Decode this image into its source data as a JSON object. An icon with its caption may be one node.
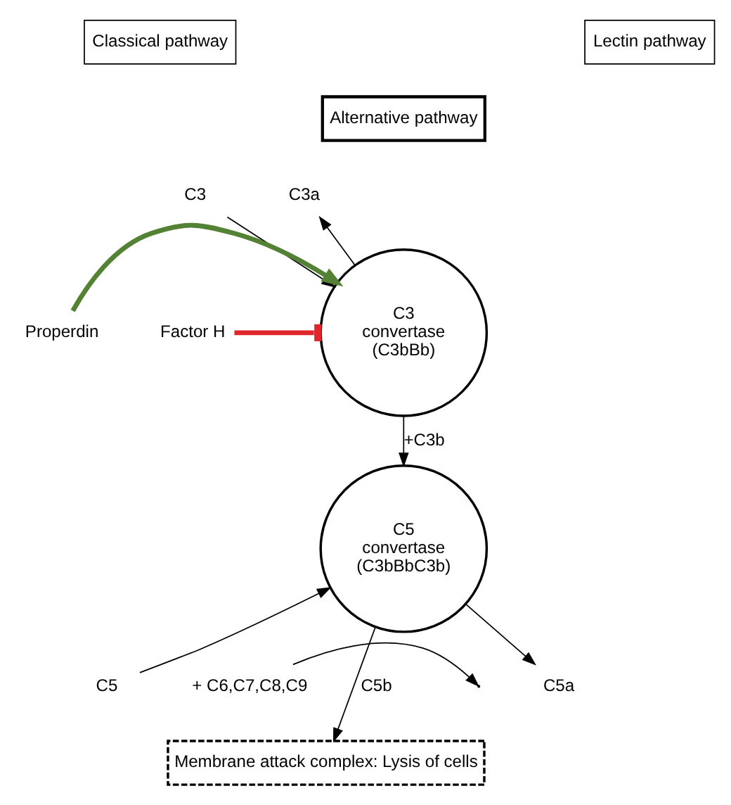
{
  "diagram": {
    "nodes": [
      {
        "text": [
          "Classical pathway"
        ]
      },
      {
        "text": [
          "Lectin pathway"
        ]
      },
      {
        "text": [
          "Alternative pathway"
        ]
      },
      {
        "text": [
          "C3"
        ]
      },
      {
        "text": [
          "C3 convertase (C3bBb)"
        ]
      },
      {
        "text": [
          "C3a"
        ]
      },
      {
        "text": [
          "Properdin"
        ]
      },
      {
        "text": [
          "Factor H"
        ]
      },
      {
        "text": [
          "C5"
        ]
      },
      {
        "text": [
          "C5 convertase (C3bBbC3b)"
        ]
      },
      {
        "text": [
          "C5a"
        ]
      },
      {
        "text": [
          "+ C6,C7,C8,C9"
        ]
      },
      {
        "text": [
          "Membrane attack complex: Lysis of cells"
        ]
      }
    ],
    "edges": [
      {
        "from": 3,
        "to": 4,
        "arrow": "to"
      },
      {
        "from": 4,
        "to": 5,
        "arrow": "to"
      },
      {
        "from": 6,
        "to": 4,
        "arrow": "to",
        "style": "thick",
        "color": "#548235"
      },
      {
        "from": 7,
        "to": 4,
        "arrow": "other",
        "style": "thick",
        "color": "#e0262b"
      },
      {
        "from": 4,
        "to": 9,
        "label": "+C3b",
        "arrow": "to"
      },
      {
        "from": 8,
        "to": 9,
        "arrow": "to"
      },
      {
        "from": 9,
        "to": 10,
        "arrow": "to"
      },
      {
        "from": 9,
        "to": 12,
        "label": "C5b",
        "arrow": "to"
      },
      {
        "from": 11,
        "to": null,
        "arrow": "to"
      }
    ]
  }
}
